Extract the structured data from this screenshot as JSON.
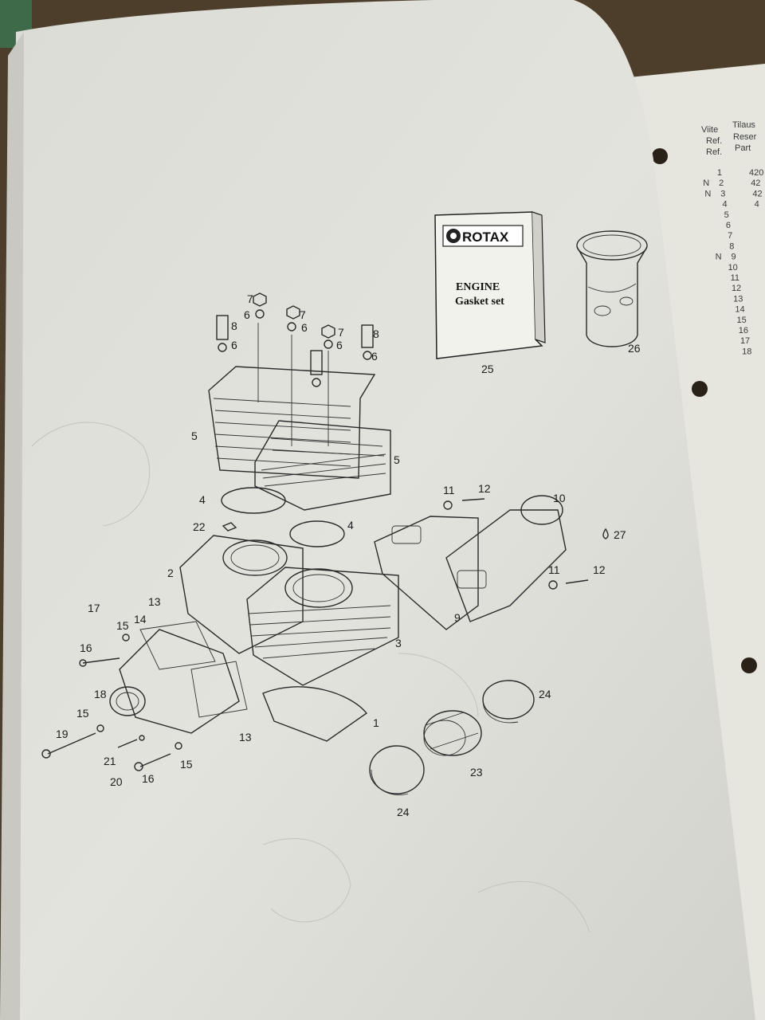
{
  "kit_box": {
    "brand": "ROTAX",
    "line1": "ENGINE",
    "line2": "Gasket set"
  },
  "callouts": {
    "c1": "1",
    "c2": "2",
    "c3": "3",
    "c4a": "4",
    "c4b": "4",
    "c5a": "5",
    "c5b": "5",
    "c6a": "6",
    "c6b": "6",
    "c6c": "6",
    "c6d": "6",
    "c6e": "6",
    "c7a": "7",
    "c7b": "7",
    "c7c": "7",
    "c8a": "8",
    "c8b": "8",
    "c9": "9",
    "c10": "10",
    "c11a": "11",
    "c11b": "11",
    "c12a": "12",
    "c12b": "12",
    "c13a": "13",
    "c13b": "13",
    "c14": "14",
    "c15a": "15",
    "c15b": "15",
    "c15c": "15",
    "c16a": "16",
    "c16b": "16",
    "c17": "17",
    "c18": "18",
    "c19": "19",
    "c20": "20",
    "c21": "21",
    "c22": "22",
    "c23": "23",
    "c24a": "24",
    "c24b": "24",
    "c25": "25",
    "c26": "26",
    "c27": "27"
  },
  "parts_table": {
    "headers": [
      "Viite",
      "Tilaus",
      "Ref.",
      "Reser",
      "Ref.",
      "Part"
    ],
    "refs": [
      "1",
      "2",
      "3",
      "4",
      "5",
      "6",
      "7",
      "8",
      "9",
      "10",
      "11",
      "12",
      "13",
      "14",
      "15",
      "16",
      "17",
      "18"
    ],
    "flags": [
      "",
      "N",
      "N",
      "",
      "",
      "",
      "",
      "",
      "N",
      "",
      "",
      "",
      "",
      "",
      "",
      "",
      "",
      ""
    ],
    "part_fragments": [
      "420",
      "42",
      "42",
      "4"
    ]
  }
}
